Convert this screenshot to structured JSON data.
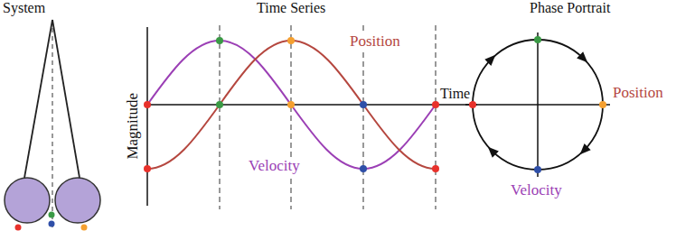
{
  "diagram": {
    "labels": [
      "System",
      "Time Series",
      "Phase Portrait",
      "Position",
      "Time",
      "Magnitude",
      "Velocity",
      "Position",
      "Velocity"
    ]
  }
}
